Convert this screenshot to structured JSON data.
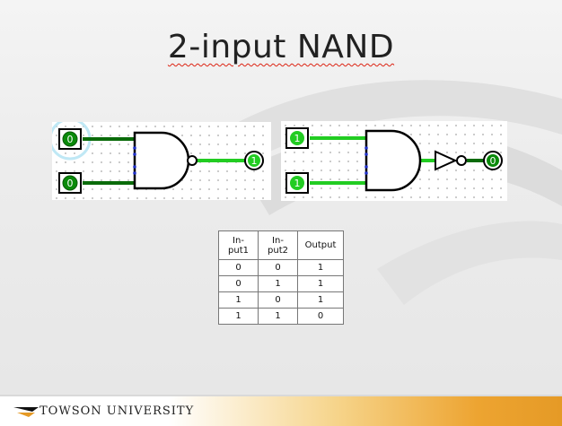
{
  "slide": {
    "title": "2-input NAND"
  },
  "circuits": {
    "left": {
      "inputs": [
        "0",
        "0"
      ],
      "output": "1"
    },
    "right": {
      "inputs": [
        "1",
        "1"
      ],
      "output": "0"
    }
  },
  "truth_table": {
    "headers": [
      "In-\nput1",
      "In-\nput2",
      "Output"
    ],
    "rows": [
      [
        "0",
        "0",
        "1"
      ],
      [
        "0",
        "1",
        "1"
      ],
      [
        "1",
        "0",
        "1"
      ],
      [
        "1",
        "1",
        "0"
      ]
    ]
  },
  "footer": {
    "brand": "TOWSON UNIVERSITY"
  },
  "colors": {
    "wire_on": "#22cc22",
    "wire_off": "#0a6b0a",
    "pin_fill": "#22cc22",
    "accent_orange": "#e59a26",
    "spellcheck": "#dd1111"
  }
}
